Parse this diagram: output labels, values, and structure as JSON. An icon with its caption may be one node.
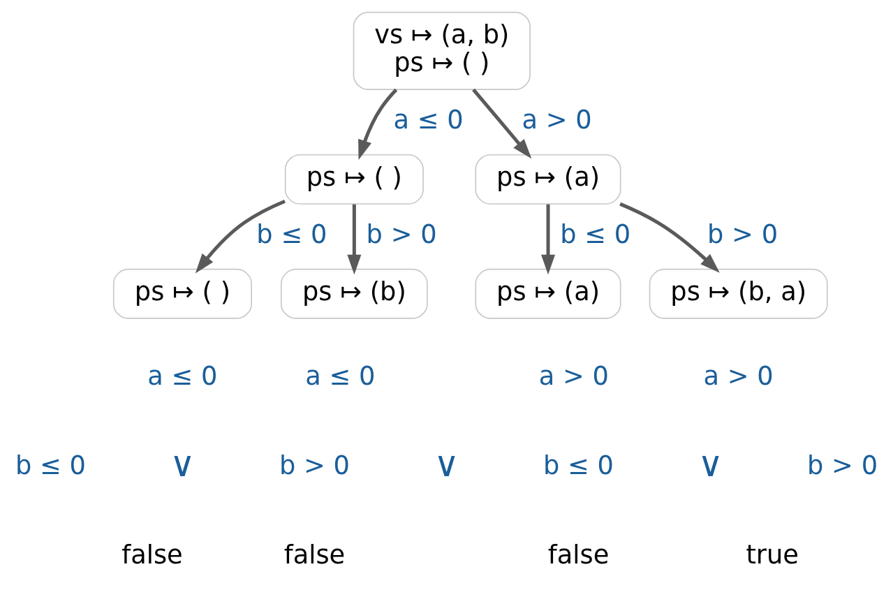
{
  "diagram": {
    "nodes": [
      {
        "text": [
          "vs ↦ (a, b)",
          "ps ↦ ( )"
        ]
      },
      {
        "text": [
          "ps ↦ ( )"
        ]
      },
      {
        "text": [
          "ps ↦ (a)"
        ]
      },
      {
        "text": [
          "ps ↦ ( )"
        ]
      },
      {
        "text": [
          "ps ↦ (b)"
        ]
      },
      {
        "text": [
          "ps ↦ (a)"
        ]
      },
      {
        "text": [
          "ps ↦ (b, a)"
        ]
      }
    ],
    "edges": [
      {
        "from": 0,
        "to": 1,
        "arrow": "to",
        "label": "a ≤ 0"
      },
      {
        "from": 0,
        "to": 2,
        "arrow": "to",
        "label": "a > 0"
      },
      {
        "from": 1,
        "to": 3,
        "arrow": "to",
        "label": "b ≤ 0"
      },
      {
        "from": 1,
        "to": 4,
        "arrow": "to",
        "label": "b > 0"
      },
      {
        "from": 2,
        "to": 5,
        "arrow": "to",
        "label": "b ≤ 0"
      },
      {
        "from": 2,
        "to": 6,
        "arrow": "to",
        "label": "b > 0"
      }
    ],
    "labels": [
      "a ≤ 0",
      "b ≤ 0",
      "false",
      "∨",
      "a ≤ 0",
      "b > 0",
      "false",
      "∨",
      "a > 0",
      "b ≤ 0",
      "false",
      "∨",
      "a > 0",
      "b > 0",
      "true"
    ]
  }
}
